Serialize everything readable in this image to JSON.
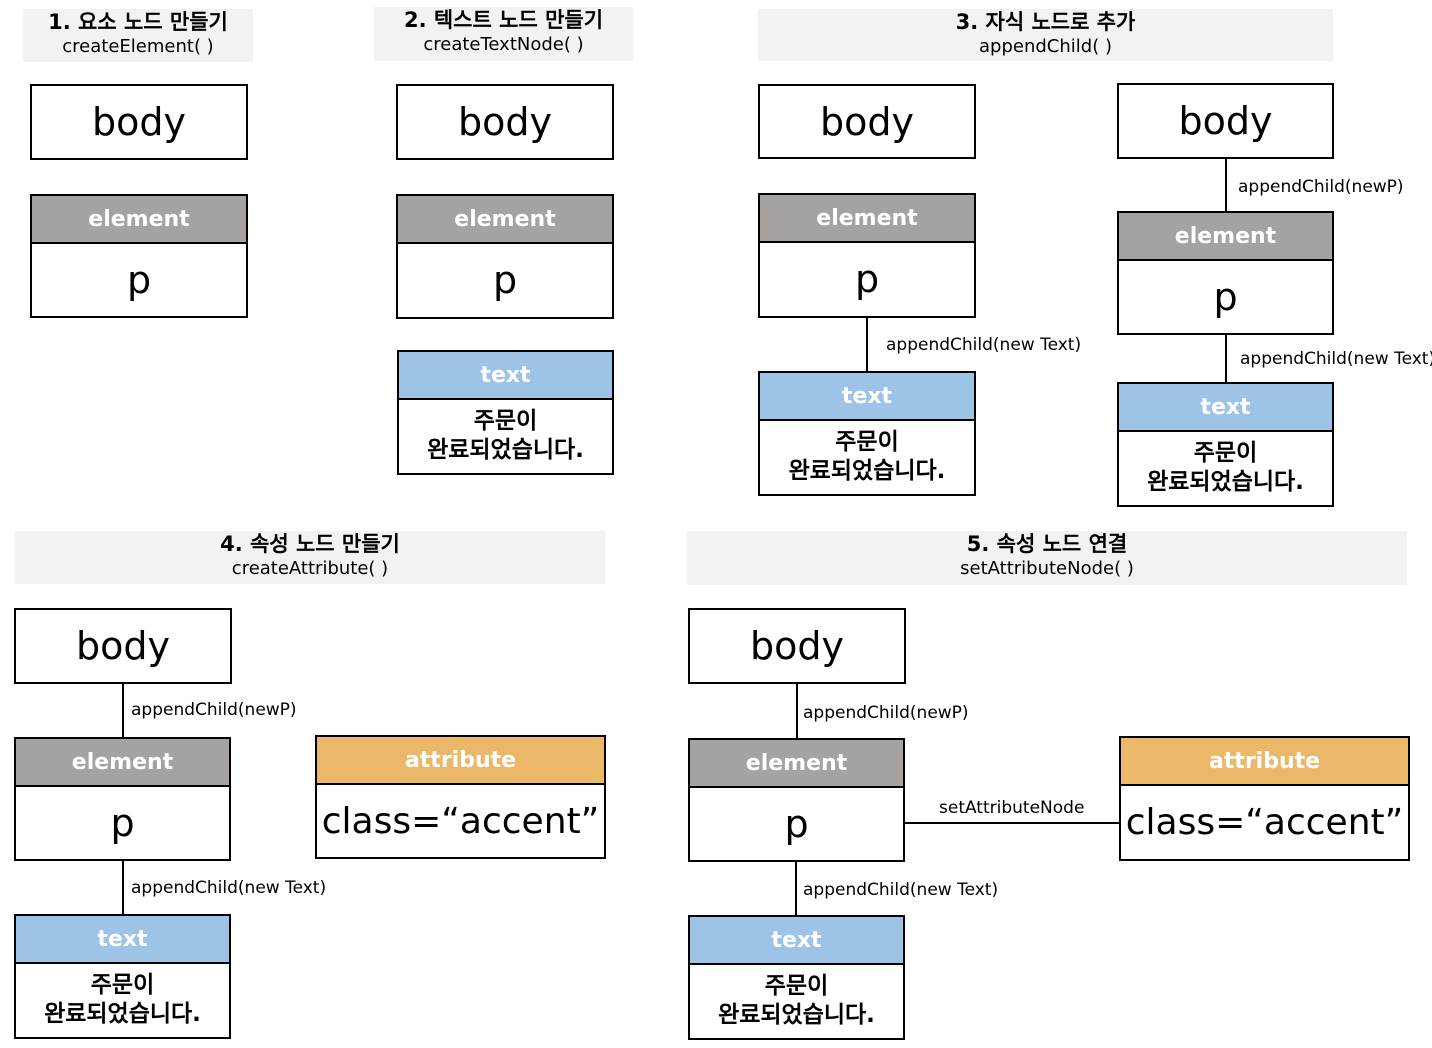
{
  "nodes": {
    "body": "body",
    "element_header": "element",
    "element_value": "p",
    "text_header": "text",
    "text_line1": "주문이",
    "text_line2": "완료되었습니다.",
    "attribute_header": "attribute",
    "attribute_value": "class=“accent”"
  },
  "steps": [
    {
      "title": "1. 요소 노드 만들기",
      "method": "createElement( )"
    },
    {
      "title": "2. 텍스트 노드 만들기",
      "method": "createTextNode( )"
    },
    {
      "title": "3. 자식 노드로 추가",
      "method": "appendChild( )"
    },
    {
      "title": "4. 속성 노드 만들기",
      "method": "createAttribute( )"
    },
    {
      "title": "5. 속성 노드 연결",
      "method": "setAttributeNode( )"
    }
  ],
  "connectors": {
    "append_newP": "appendChild(newP)",
    "append_newText": "appendChild(new Text)",
    "set_attribute_node": "setAttributeNode"
  },
  "colors": {
    "header_bg": "#f2f2f2",
    "element_header": "#a6a29f",
    "text_header": "#9dc3e6",
    "attribute_header": "#ebb86a"
  }
}
